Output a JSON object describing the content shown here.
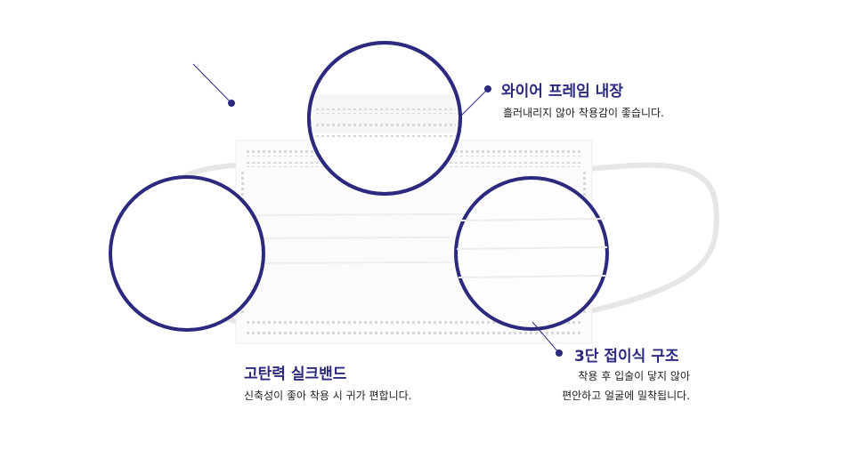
{
  "accent_color": "#2b2a7e",
  "features": [
    {
      "title": "와이어 프레임 내장",
      "lines": [
        "흘러내리지 않아 착용감이 좋습니다."
      ]
    },
    {
      "title": "3단 접이식 구조",
      "lines": [
        "착용 후 입술이 닿지 않아",
        "편안하고 얼굴에 밀착됩니다."
      ]
    },
    {
      "title": "고탄력 실크밴드",
      "lines": [
        "신축성이 좋아 착용 시 귀가 편합니다."
      ]
    }
  ]
}
